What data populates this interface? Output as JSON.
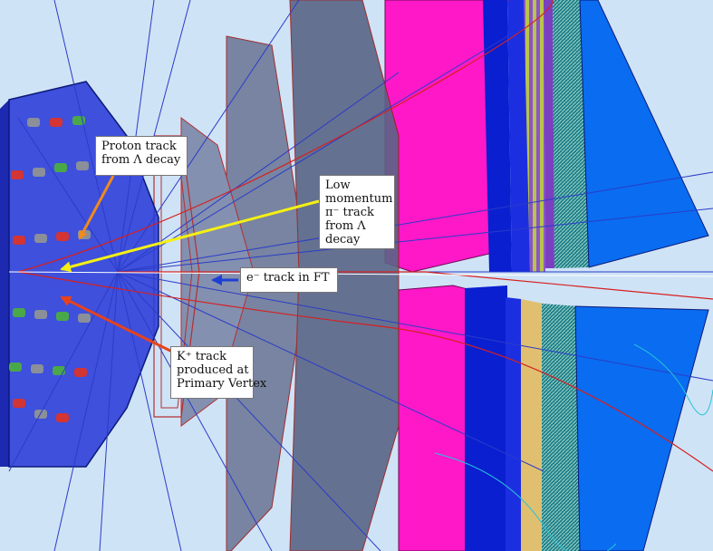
{
  "image": {
    "subject": "detector",
    "colors": {
      "background": "#cfe3f6",
      "vessel_blue": "#2a3bd8",
      "magenta_block": "#ff18c8",
      "dark_blue_block": "#0a1fd0",
      "track_blue": "#2a3cc8",
      "track_red": "#d62020",
      "frame_red": "#b21c1c",
      "gray_panel": "#6f7a98",
      "yellow_stripe": "#d6e04a",
      "green_stripe": "#2f8f6a",
      "arrow_orange": "#f08a1c",
      "arrow_yellow": "#f4f014",
      "arrow_red": "#e8421c",
      "arrow_blue": "#1d3fd6",
      "cyan_track": "#25c4d8"
    }
  },
  "callouts": {
    "proton": {
      "lines": [
        "Proton track",
        "from Λ decay"
      ],
      "arrow_color": "#f08a1c"
    },
    "pion": {
      "lines": [
        "Low",
        "momentum",
        "π⁻ track",
        "from Λ",
        "decay"
      ],
      "arrow_color": "#f4f014"
    },
    "electron": {
      "lines": [
        "e⁻ track in FT"
      ],
      "arrow_color": "#1d3fd6"
    },
    "kaon": {
      "lines": [
        "K⁺ track",
        "produced at",
        "Primary Vertex"
      ],
      "arrow_color": "#e8421c"
    }
  }
}
